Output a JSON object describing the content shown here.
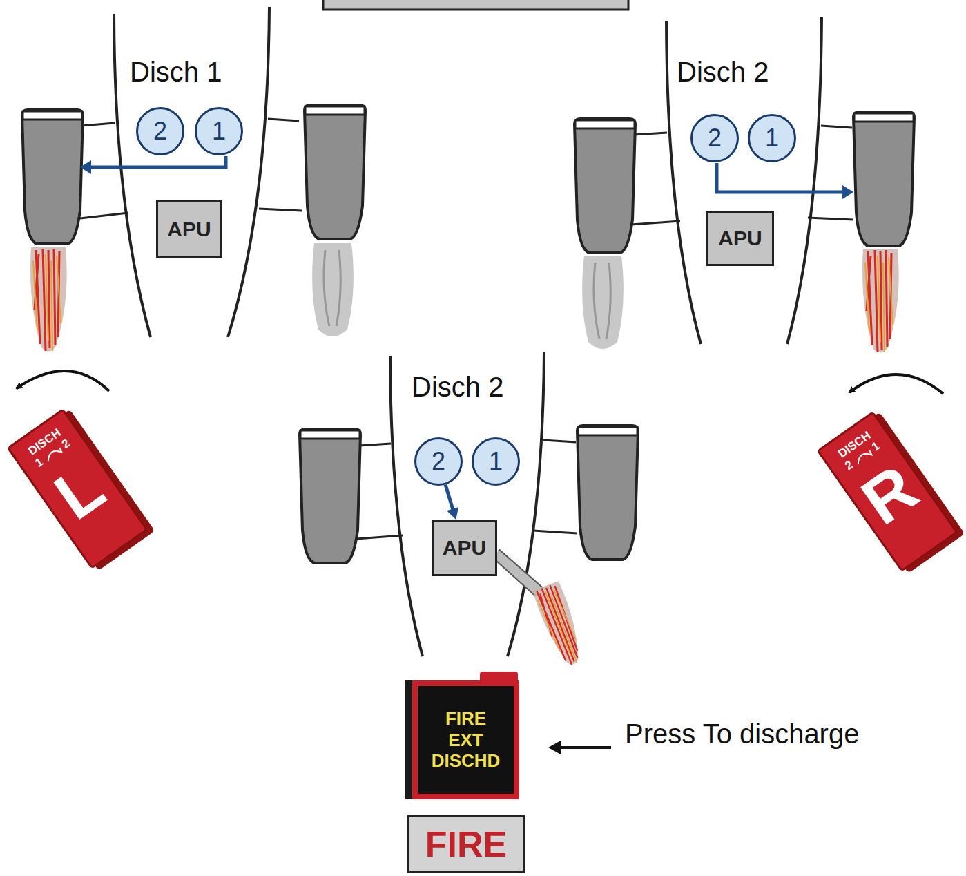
{
  "diagram": {
    "nodes": [
      {
        "text": [
          "2"
        ]
      },
      {
        "text": [
          "1"
        ]
      },
      {
        "text": [
          "APU"
        ]
      },
      {
        "text": [
          "2"
        ]
      },
      {
        "text": [
          "1"
        ]
      },
      {
        "text": [
          "APU"
        ]
      },
      {
        "text": [
          "DISCH",
          "1",
          "2",
          "L"
        ]
      },
      {
        "text": [
          "2"
        ]
      },
      {
        "text": [
          "1"
        ]
      },
      {
        "text": [
          "APU"
        ]
      },
      {
        "text": [
          "DISCH",
          "2",
          "1",
          "R"
        ]
      },
      {
        "text": [
          "FIRE EXT DISCHD"
        ]
      },
      {
        "text": [
          "FIRE"
        ]
      }
    ],
    "edges": [
      {
        "from": 7,
        "to": 9,
        "arrow": "to"
      }
    ],
    "labels": [
      "Disch 1",
      "Disch 2",
      "Disch 2",
      "Press To discharge"
    ]
  }
}
